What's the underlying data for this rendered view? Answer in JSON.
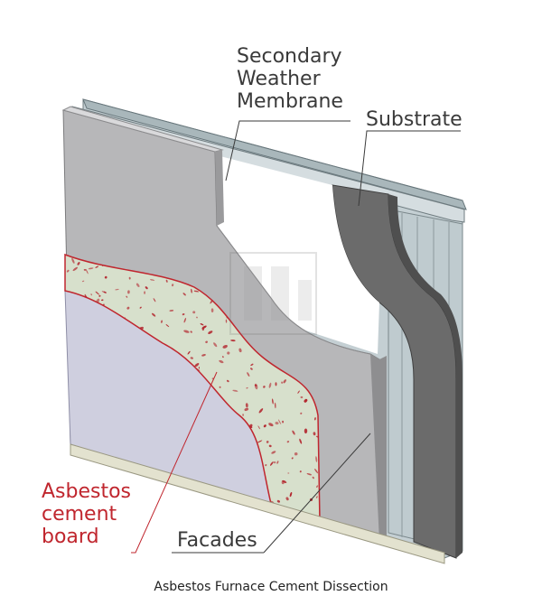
{
  "labels": {
    "secondary_membrane": [
      "Secondary",
      "Weather",
      "Membrane"
    ],
    "substrate": "Substrate",
    "asbestos_board": [
      "Asbestos",
      "cement",
      "board"
    ],
    "facades": "Facades"
  },
  "caption": "Asbestos Furnace Cement Dissection",
  "colors": {
    "facade_panel": "#b7b7b9",
    "substrate": "#6b6b6b",
    "frame": "#a9b7bb",
    "cement_board": "#cfcfdf",
    "asbestos_layer": "#d7e0cc",
    "asbestos_flecks": "#b3262e",
    "label_red": "#c0262e"
  }
}
